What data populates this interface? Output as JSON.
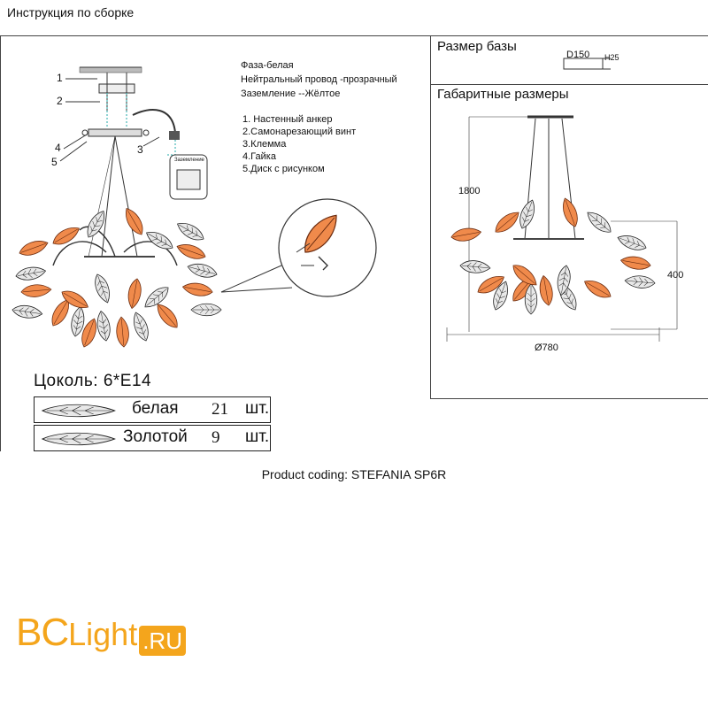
{
  "page_title": "Инструкция по сборке",
  "wiring": {
    "phase": "Фаза-белая",
    "neutral": "Нейтральный провод -прозрачный",
    "ground": "Заземление --Жёлтое"
  },
  "parts": [
    "1. Настенный анкер",
    "2.Самонарезающий винт",
    "3.Клемма",
    "4.Гайка",
    "5.Диск с рисунком"
  ],
  "callouts": [
    "1",
    "2",
    "3",
    "4",
    "5"
  ],
  "terminal_caption": "Заземление",
  "base_size": {
    "title": "Размер базы",
    "d": "D150",
    "h": "H25"
  },
  "overall_size": {
    "title": "Габаритные размеры",
    "height": "1800",
    "body_height": "400",
    "diameter": "Ø780"
  },
  "socket": "Цоколь:  6*E14",
  "leaves": [
    {
      "name": "белая",
      "count": "21",
      "unit": "шт."
    },
    {
      "name": "Золотой",
      "count": "9",
      "unit": "шт."
    }
  ],
  "product_coding": "Product coding: STEFANIA SP6R",
  "logo": {
    "bc": "BC",
    "light": "Light",
    "ru": ".RU"
  },
  "colors": {
    "accent": "#f4a51c",
    "leaf_orange": "#f08a4b",
    "line": "#333333"
  }
}
